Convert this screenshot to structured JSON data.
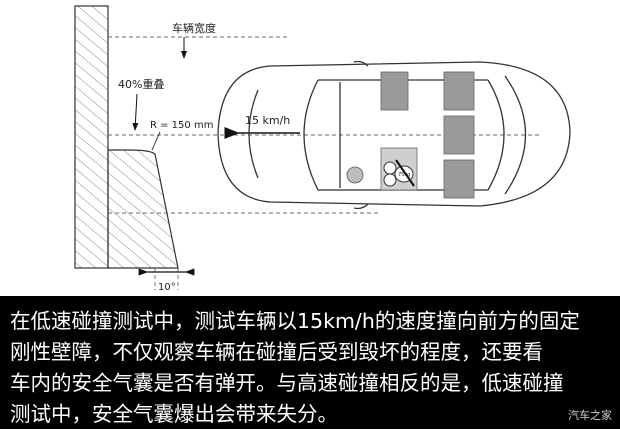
{
  "diagram": {
    "labels": {
      "vehicle_width": "车辆宽度",
      "overlap": "40%重叠",
      "radius": "R = 150 mm",
      "speed": "15 km/h",
      "angle": "10°",
      "dummy_weight": "75kg"
    }
  },
  "caption": {
    "lines": [
      "在低速碰撞测试中，测试车辆以15km/h的速度撞向前方的固定",
      "刚性壁障，不仅观察车辆在碰撞后受到毁坏的程度，还要看",
      "车内的安全气囊是否有弹开。与高速碰撞相反的是，低速碰撞",
      "测试中，安全气囊爆出会带来失分。"
    ]
  },
  "watermark": "汽车之家"
}
